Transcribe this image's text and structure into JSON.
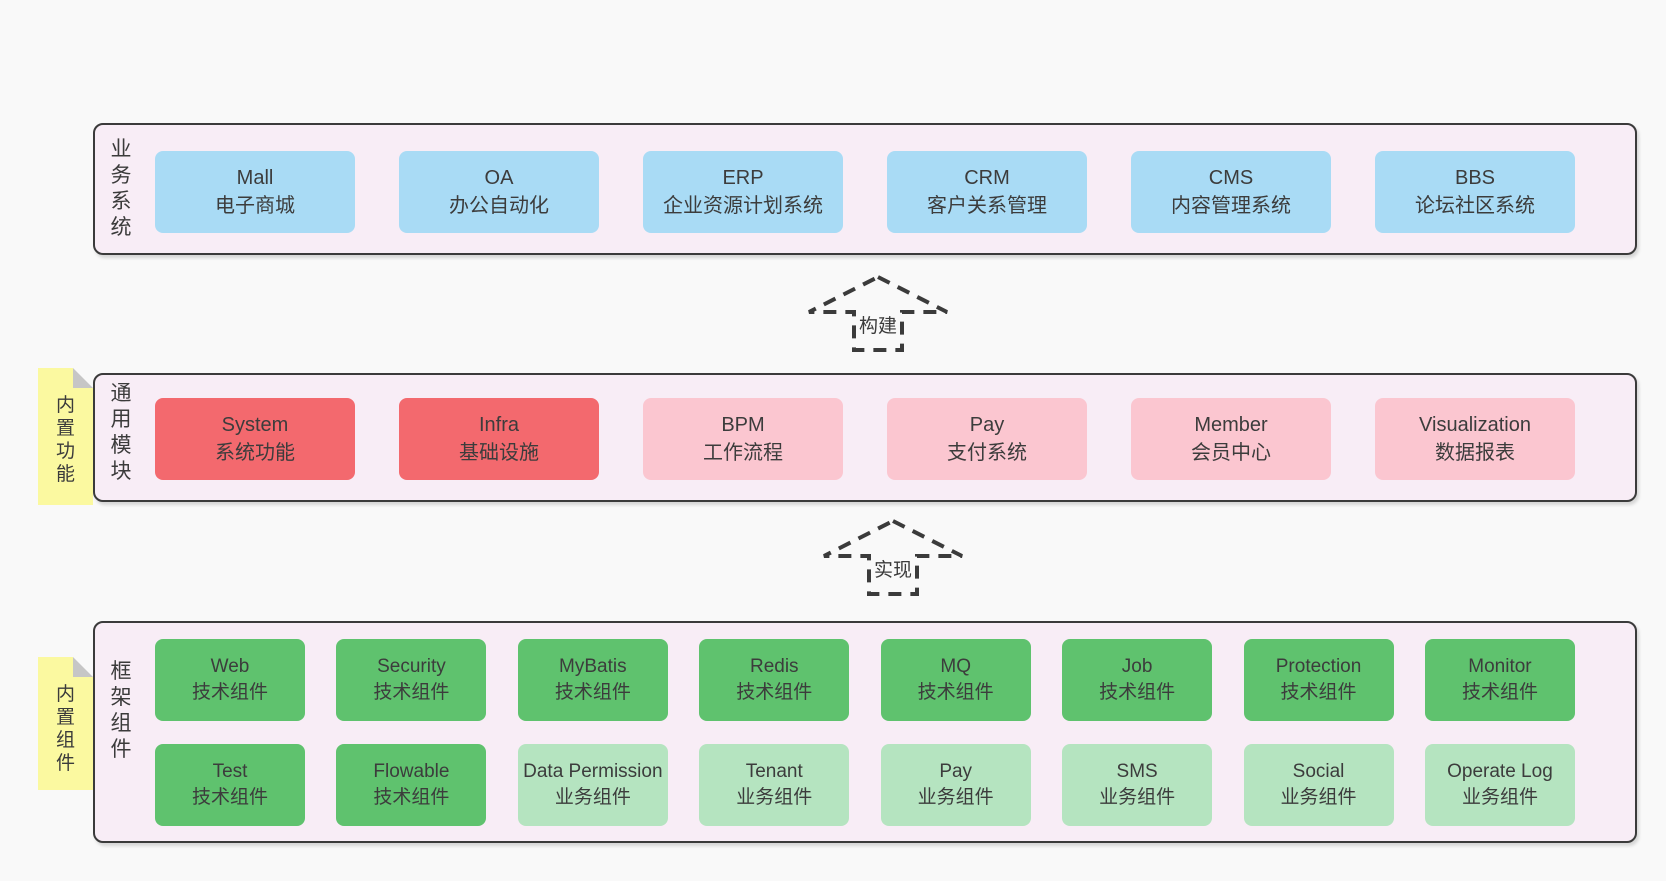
{
  "panels": [
    {
      "label": "业务系统",
      "boxes": [
        {
          "en": "Mall",
          "zh": "电子商城",
          "variant": "blue"
        },
        {
          "en": "OA",
          "zh": "办公自动化",
          "variant": "blue"
        },
        {
          "en": "ERP",
          "zh": "企业资源计划系统",
          "variant": "blue"
        },
        {
          "en": "CRM",
          "zh": "客户关系管理",
          "variant": "blue"
        },
        {
          "en": "CMS",
          "zh": "内容管理系统",
          "variant": "blue"
        },
        {
          "en": "BBS",
          "zh": "论坛社区系统",
          "variant": "blue"
        }
      ]
    },
    {
      "label": "通用模块",
      "sticky": "内置功能",
      "boxes": [
        {
          "en": "System",
          "zh": "系统功能",
          "variant": "red"
        },
        {
          "en": "Infra",
          "zh": "基础设施",
          "variant": "red"
        },
        {
          "en": "BPM",
          "zh": "工作流程",
          "variant": "pink"
        },
        {
          "en": "Pay",
          "zh": "支付系统",
          "variant": "pink"
        },
        {
          "en": "Member",
          "zh": "会员中心",
          "variant": "pink"
        },
        {
          "en": "Visualization",
          "zh": "数据报表",
          "variant": "pink"
        }
      ]
    },
    {
      "label": "框架组件",
      "sticky": "内置组件",
      "box_rows": [
        [
          {
            "en": "Web",
            "zh": "技术组件",
            "variant": "green"
          },
          {
            "en": "Security",
            "zh": "技术组件",
            "variant": "green"
          },
          {
            "en": "MyBatis",
            "zh": "技术组件",
            "variant": "green"
          },
          {
            "en": "Redis",
            "zh": "技术组件",
            "variant": "green"
          },
          {
            "en": "MQ",
            "zh": "技术组件",
            "variant": "green"
          },
          {
            "en": "Job",
            "zh": "技术组件",
            "variant": "green"
          },
          {
            "en": "Protection",
            "zh": "技术组件",
            "variant": "green"
          },
          {
            "en": "Monitor",
            "zh": "技术组件",
            "variant": "green"
          }
        ],
        [
          {
            "en": "Test",
            "zh": "技术组件",
            "variant": "green"
          },
          {
            "en": "Flowable",
            "zh": "技术组件",
            "variant": "green"
          },
          {
            "en": "Data Permission",
            "zh": "业务组件",
            "variant": "lightgreen"
          },
          {
            "en": "Tenant",
            "zh": "业务组件",
            "variant": "lightgreen"
          },
          {
            "en": "Pay",
            "zh": "业务组件",
            "variant": "lightgreen"
          },
          {
            "en": "SMS",
            "zh": "业务组件",
            "variant": "lightgreen"
          },
          {
            "en": "Social",
            "zh": "业务组件",
            "variant": "lightgreen"
          },
          {
            "en": "Operate Log",
            "zh": "业务组件",
            "variant": "lightgreen"
          }
        ]
      ]
    }
  ],
  "arrows": [
    {
      "label": "构建"
    },
    {
      "label": "实现"
    }
  ],
  "colors": {
    "page_bg": "#f9f9f9",
    "panel_bg": "#f8edf6",
    "panel_border": "#3b3b3b",
    "blue": "#a9dbf5",
    "red": "#f3696e",
    "pink": "#fbc6d0",
    "green": "#5fc26e",
    "light_green": "#b5e4c0",
    "sticky_yellow": "#fbf9a0",
    "sticky_fold": "#c6c6c6"
  }
}
